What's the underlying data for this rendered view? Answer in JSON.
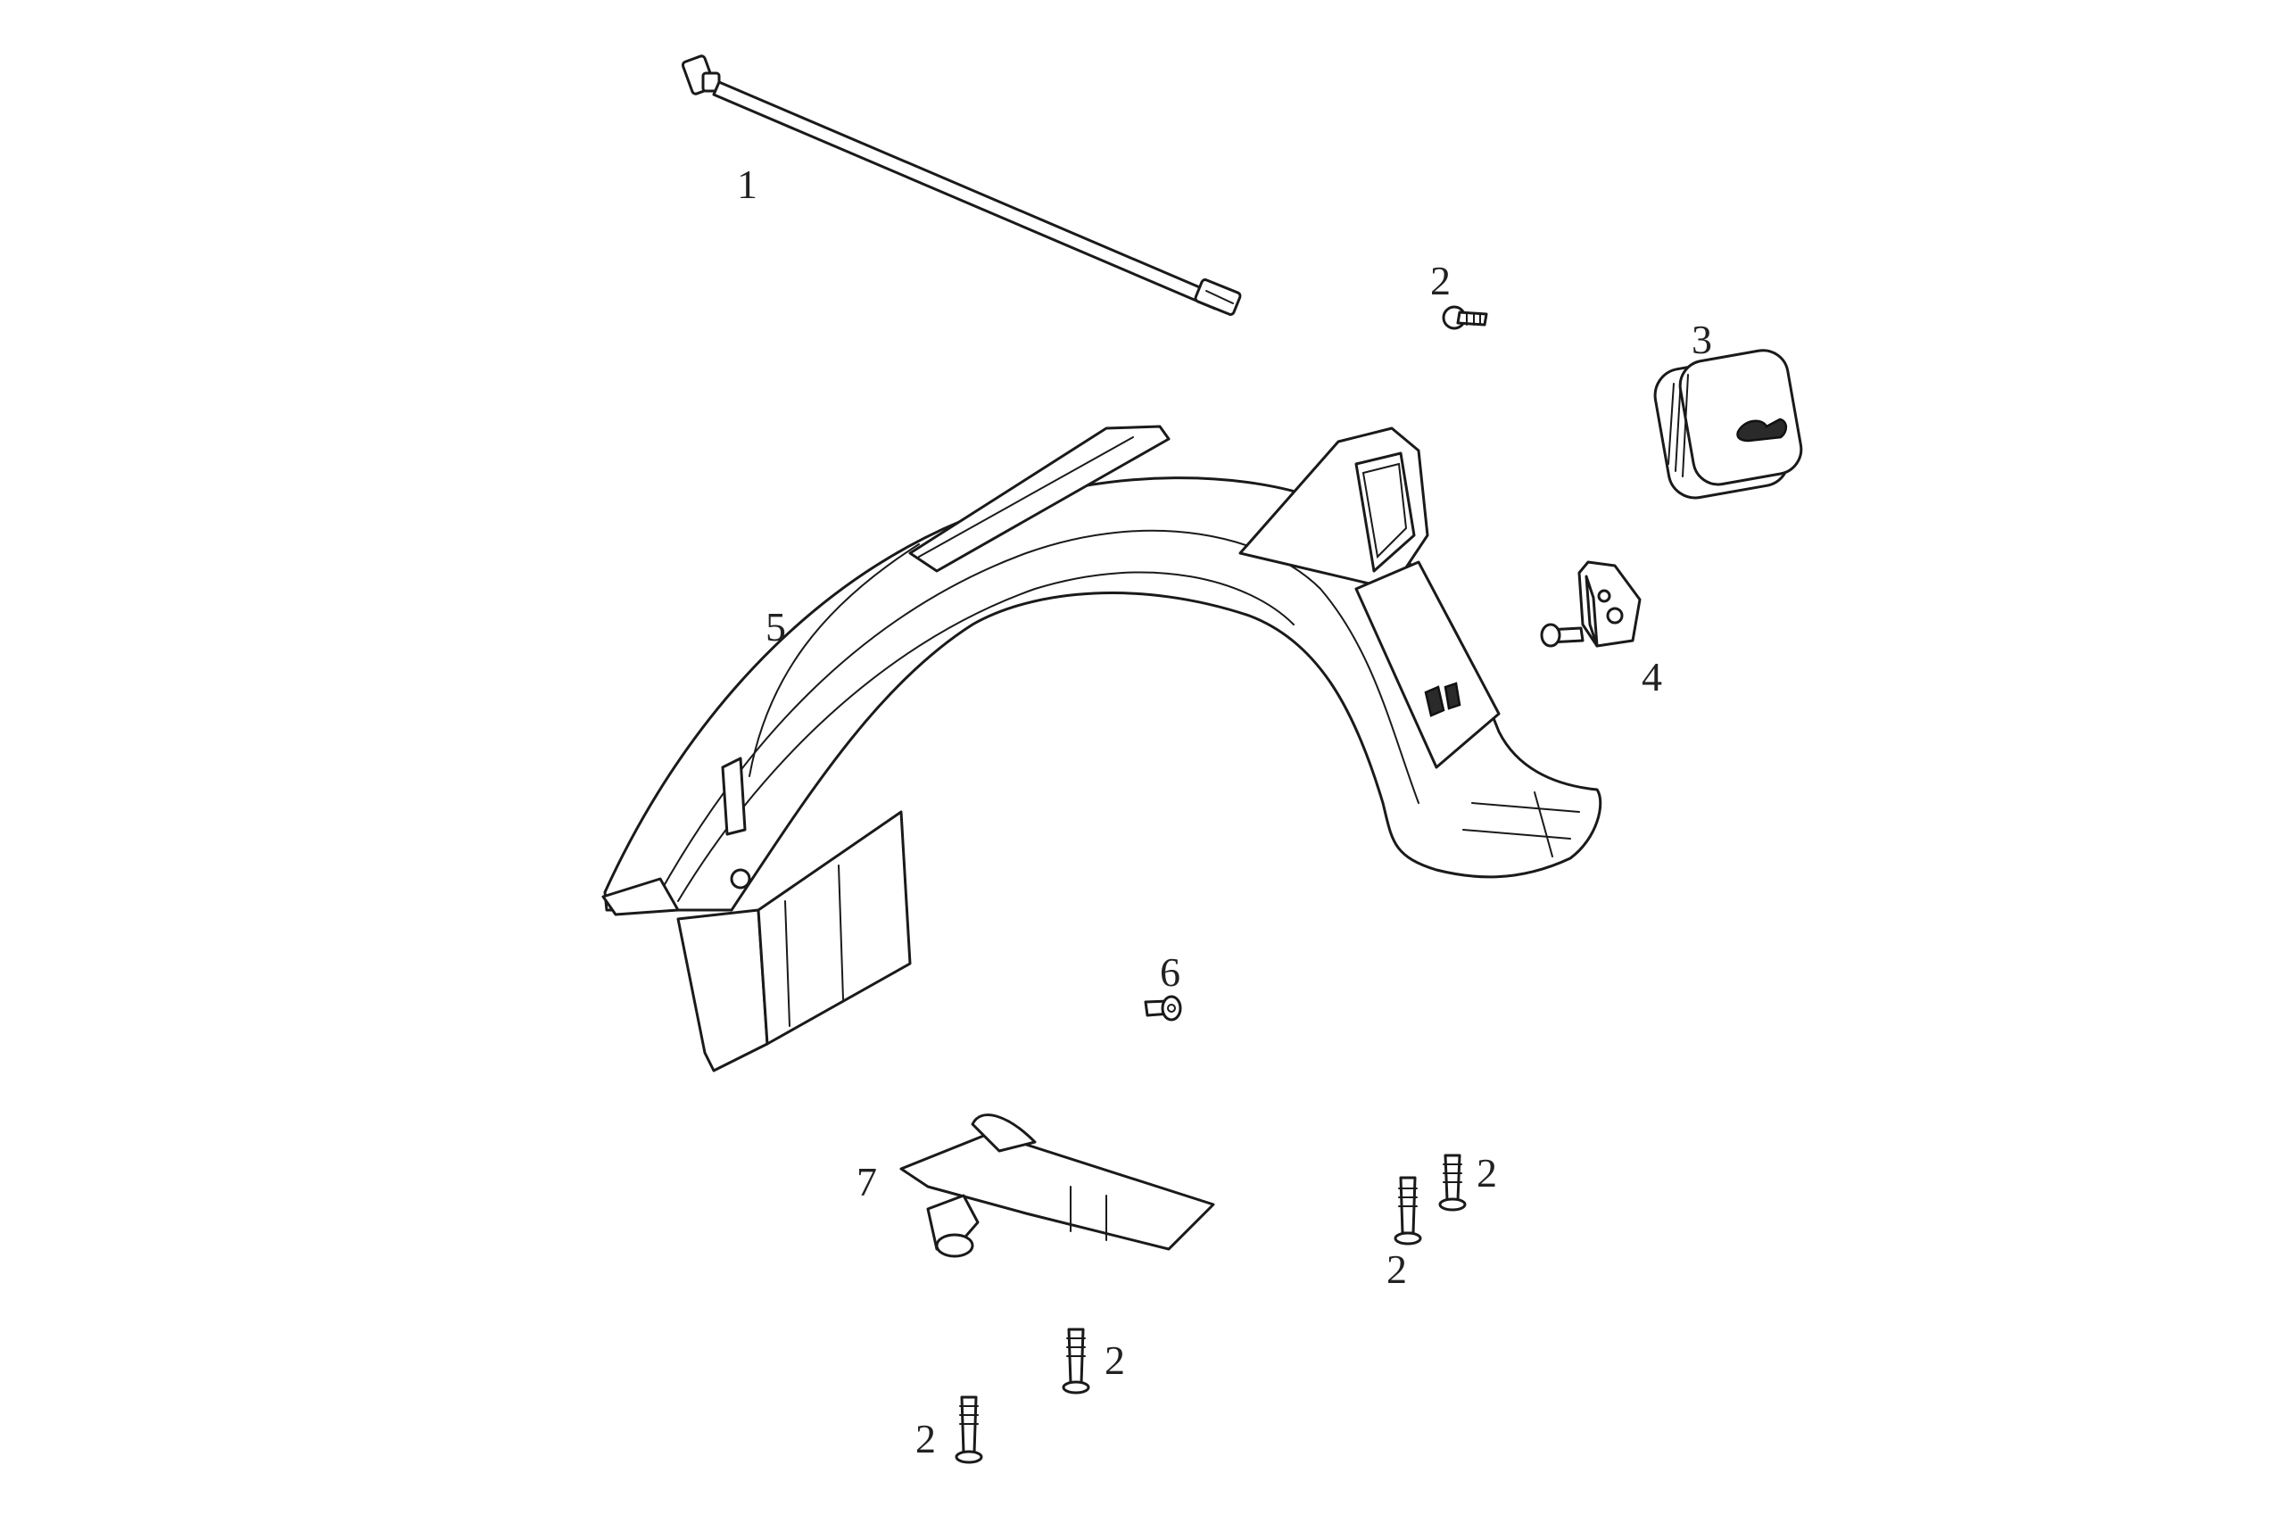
{
  "diagram": {
    "type": "exploded-parts-diagram",
    "callouts": [
      {
        "id": "c1",
        "label": "1"
      },
      {
        "id": "c2a",
        "label": "2"
      },
      {
        "id": "c3",
        "label": "3"
      },
      {
        "id": "c4",
        "label": "4"
      },
      {
        "id": "c5",
        "label": "5"
      },
      {
        "id": "c6",
        "label": "6"
      },
      {
        "id": "c7",
        "label": "7"
      },
      {
        "id": "c2b",
        "label": "2"
      },
      {
        "id": "c2c",
        "label": "2"
      },
      {
        "id": "c2d",
        "label": "2"
      },
      {
        "id": "c2e",
        "label": "2"
      }
    ],
    "parts": [
      {
        "number": "1",
        "icon": "wire-harness-icon"
      },
      {
        "number": "2",
        "icon": "screw-icon"
      },
      {
        "number": "3",
        "icon": "reflector-icon"
      },
      {
        "number": "4",
        "icon": "bracket-icon"
      },
      {
        "number": "5",
        "icon": "rear-fender-icon"
      },
      {
        "number": "6",
        "icon": "clip-icon"
      },
      {
        "number": "7",
        "icon": "mud-flap-icon"
      }
    ],
    "colors": {
      "line": "#1a1a1a",
      "background": "#ffffff",
      "label": "#222222"
    }
  }
}
